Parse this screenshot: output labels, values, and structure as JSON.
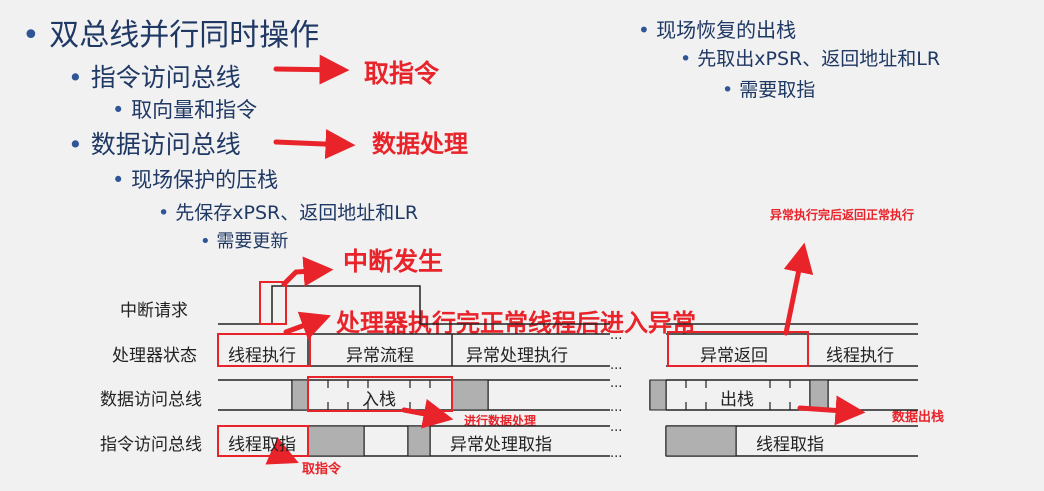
{
  "bullets": {
    "title": "双总线并行同时操作",
    "instr_bus": "指令访问总线",
    "fetch_vec": "取向量和指令",
    "data_bus": "数据访问总线",
    "push": "现场保护的压栈",
    "push_first": "先保存xPSR、返回地址和LR",
    "need_update": "需要更新",
    "pop": "现场恢复的出栈",
    "pop_first": "先取出xPSR、返回地址和LR",
    "need_fetch": "需要取指"
  },
  "annotations": {
    "fetch_instr": "取指令",
    "data_process": "数据处理",
    "irq_occurs": "中断发生",
    "enter_exception": "处理器执行完正常线程后进入异常",
    "return_normal": "异常执行完后返回正常执行",
    "data_process_small": "进行数据处理",
    "data_pop": "数据出栈",
    "fetch_instr_small": "取指令"
  },
  "timing": {
    "row_irq": "中断请求",
    "row_state": "处理器状态",
    "row_data": "数据访问总线",
    "row_instr": "指令访问总线",
    "thread_exec": "线程执行",
    "exc_flow": "异常流程",
    "exc_handler_exec": "异常处理执行",
    "exc_return": "异常返回",
    "thread_exec2": "线程执行",
    "push_stack": "入栈",
    "pop_stack": "出栈",
    "thread_fetch": "线程取指",
    "exc_handler_fetch": "异常处理取指",
    "thread_fetch2": "线程取指",
    "ellipsis": "..."
  },
  "colors": {
    "annotation": "#e8232a",
    "text": "#1f3864",
    "bullet": "#2f5597",
    "block": "#b0b0b0"
  }
}
